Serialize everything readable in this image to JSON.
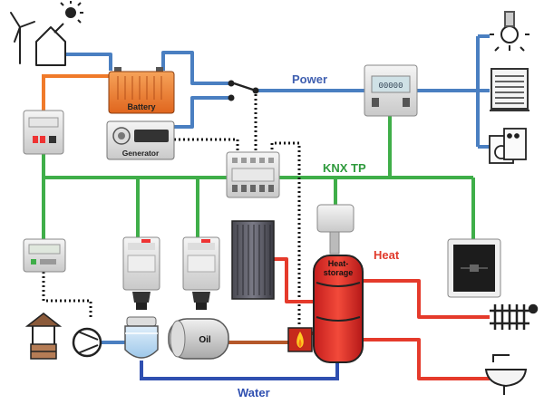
{
  "labels": {
    "power": "Power",
    "knx": "KNX TP",
    "heat": "Heat",
    "water": "Water",
    "battery": "Battery",
    "generator": "Generator",
    "heat_storage_line1": "Heat-",
    "heat_storage_line2": "storage",
    "oil": "Oil"
  },
  "colors": {
    "power_line": "#4a7fc1",
    "knx_line": "#3fae49",
    "heat_line": "#e53a2b",
    "water_line": "#2f4fb0",
    "sensor_line": "#f07a2a",
    "power_label": "#3f5fb0",
    "knx_label": "#2e9a3c",
    "heat_label": "#e03a2b",
    "water_label": "#2f4fb0",
    "dotted_line": "#111111"
  }
}
